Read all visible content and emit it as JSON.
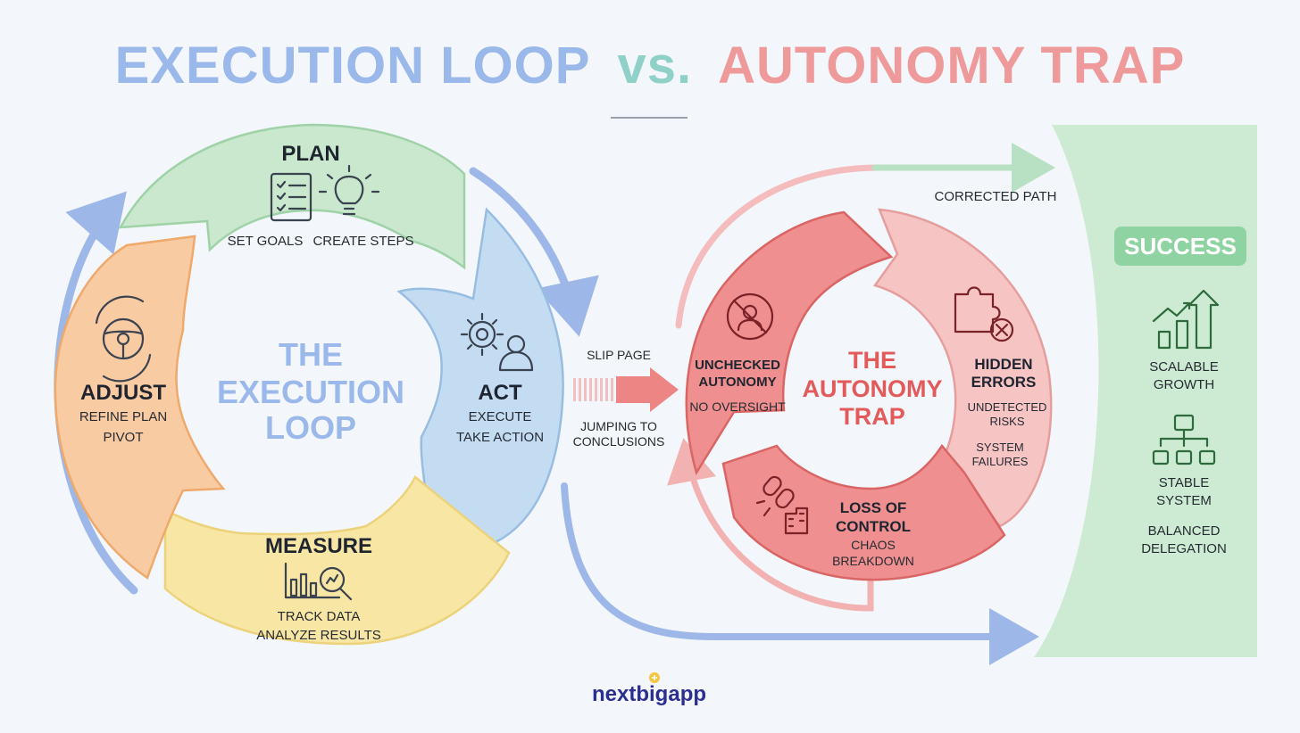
{
  "title": {
    "left": "EXECUTION LOOP",
    "vs": "vs.",
    "right": "AUTONOMY TRAP"
  },
  "execution_loop": {
    "center": [
      "THE",
      "EXECUTION",
      "LOOP"
    ],
    "plan": {
      "title": "PLAN",
      "items": [
        "SET GOALS",
        "CREATE STEPS"
      ]
    },
    "act": {
      "title": "ACT",
      "items": [
        "EXECUTE",
        "TAKE ACTION"
      ]
    },
    "measure": {
      "title": "MEASURE",
      "items": [
        "TRACK DATA",
        "ANALYZE RESULTS"
      ]
    },
    "adjust": {
      "title": "ADJUST",
      "items": [
        "REFINE PLAN",
        "PIVOT"
      ]
    }
  },
  "transition": {
    "top": "SLIP PAGE",
    "bottom": [
      "JUMPING TO",
      "CONCLUSIONS"
    ]
  },
  "autonomy_trap": {
    "center": [
      "THE",
      "AUTONOMY",
      "TRAP"
    ],
    "unchecked": {
      "title": [
        "UNCHECKED",
        "AUTONOMY"
      ],
      "items": [
        "NO OVERSIGHT"
      ]
    },
    "hidden": {
      "title": [
        "HIDDEN",
        "ERRORS"
      ],
      "items": [
        "UNDETECTED",
        "RISKS",
        "SYSTEM",
        "FAILURES"
      ]
    },
    "loss": {
      "title": [
        "LOSS OF",
        "CONTROL"
      ],
      "items": [
        "CHAOS",
        "BREAKDOWN"
      ]
    },
    "corrected_path": "CORRECTED PATH"
  },
  "success": {
    "badge": "SUCCESS",
    "items": [
      [
        "SCALABLE",
        "GROWTH"
      ],
      [
        "STABLE",
        "SYSTEM"
      ],
      [
        "BALANCED",
        "DELEGATION"
      ]
    ]
  },
  "brand": {
    "part1": "next",
    "part2": "big",
    "part3": "app"
  },
  "colors": {
    "title_left": "#9bb8ea",
    "title_vs": "#8fd0c8",
    "title_right": "#ef9a9a",
    "plan": "#c9e8cd",
    "act": "#c4dcf2",
    "measure": "#f8e6a4",
    "adjust": "#f9cba2",
    "trap_dark": "#ef8f8f",
    "trap_light": "#f7c4c4",
    "success_panel": "#cdebd2",
    "success_badge": "#8fd3a2",
    "blue_arrow": "#9db8e8"
  }
}
